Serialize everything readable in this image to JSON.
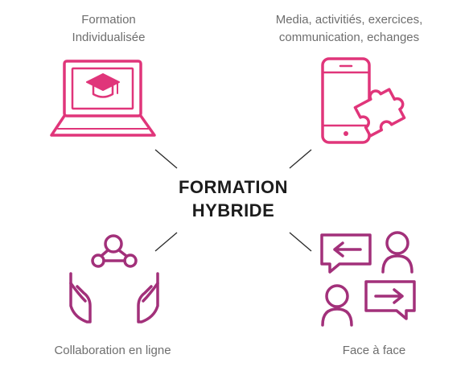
{
  "center": {
    "line1": "FORMATION",
    "line2": "HYBRIDE"
  },
  "quadrants": {
    "top_left": {
      "line1": "Formation",
      "line2": "Individualisée",
      "icon": "laptop-graduation-cap-icon"
    },
    "top_right": {
      "line1": "Media, activitiés, exercices,",
      "line2": "communication, echanges",
      "icon": "phone-puzzle-icon"
    },
    "bottom_left": {
      "line1": "Collaboration en ligne",
      "icon": "hands-network-icon"
    },
    "bottom_right": {
      "line1": "Face à face",
      "icon": "people-conversation-icon"
    }
  },
  "colors": {
    "pink": "#e0357a",
    "magenta": "#c02a82",
    "purple": "#a2307a",
    "text": "#6e6e6e",
    "center_text": "#1c1c1c"
  }
}
